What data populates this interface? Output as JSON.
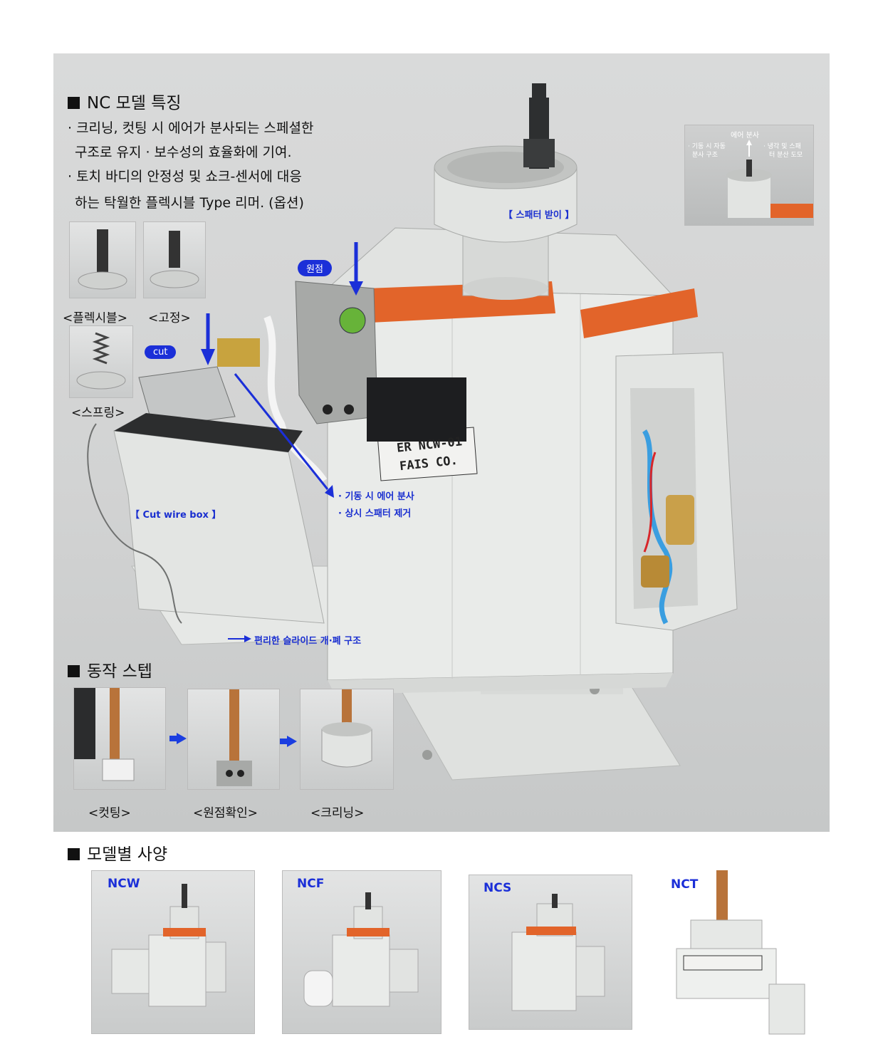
{
  "features": {
    "heading": "NC 모델 특징",
    "lines": [
      "· 크리닝, 컷팅 시 에어가 분사되는 스페셜한",
      "구조로 유지 · 보수성의 효율화에 기여.",
      "· 토치 바디의 안정성 및 쇼크-센서에 대응",
      "하는 탁월한 플렉시블 Type 리머. (옵션)"
    ]
  },
  "reamer_types": {
    "flexible": "<플렉시블>",
    "fixed": "<고정>",
    "spring": "<스프링>"
  },
  "callouts": {
    "origin": "원점",
    "cut": "cut",
    "spatter_receiver": "【 스패터 받이 】",
    "cut_wire_box": "【 Cut wire box 】",
    "air_spray_1": "· 기동 시 에어 분사",
    "air_spray_2": "· 상시 스패터 제거",
    "slide_structure": "편리한 슬라이드 개·폐 구조"
  },
  "machine_plate": {
    "line1": "ER NCW-01",
    "line2": "FAIS CO."
  },
  "inset": {
    "top": "에어 분사",
    "left_line1": "· 기동 시 자동",
    "left_line2": "분사 구조",
    "right_line1": "· 냉각 및 스패",
    "right_line2": "터 분산 도모"
  },
  "steps": {
    "heading": "동작 스텝",
    "items": [
      "<컷팅>",
      "<원점확인>",
      "<크리닝>"
    ]
  },
  "models": {
    "heading": "모델별 사양",
    "items": [
      "NCW",
      "NCF",
      "NCS",
      "NCT"
    ]
  },
  "colors": {
    "accent_blue": "#1b2fd8",
    "machine_white": "#e6e8e6",
    "warning_orange": "#e2642a"
  }
}
